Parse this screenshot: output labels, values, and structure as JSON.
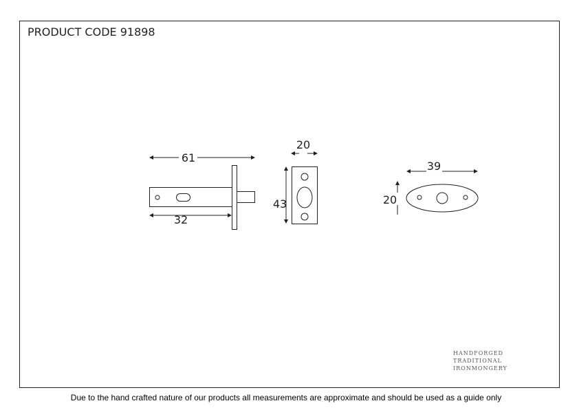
{
  "header": {
    "title": "PRODUCT CODE  91898"
  },
  "latch": {
    "overall_length": "61",
    "backset": "32"
  },
  "strike_plate": {
    "width": "20",
    "height": "43"
  },
  "escutcheon": {
    "width": "39",
    "height": "20"
  },
  "logo": {
    "line1": "HANDFORGED",
    "line2": "TRADITIONAL",
    "line3": "IRONMONGERY"
  },
  "footer": {
    "disclaimer": "Due to the hand crafted nature of our products all measurements are approximate and should be used as a guide only"
  }
}
